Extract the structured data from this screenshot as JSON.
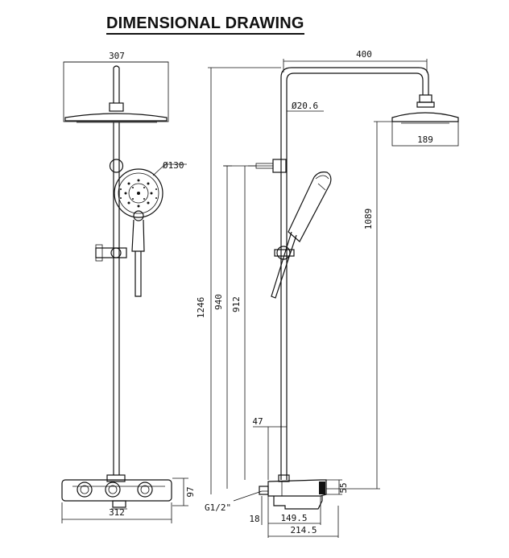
{
  "title": "DIMENSIONAL DRAWING",
  "dimensions": {
    "head_width_front": "307",
    "handshower_dia": "Ø130",
    "valve_width_front": "312",
    "valve_height": "97",
    "arm_reach": "400",
    "pipe_dia": "Ø20.6",
    "head_width_side": "189",
    "head_to_valve": "1089",
    "total_height": "1246",
    "height_940": "940",
    "height_912": "912",
    "outlet_offset": "47",
    "valve_depth": "55",
    "inlet_thread": "G1/2\"",
    "inlet_offset": "18",
    "projection_1": "149.5",
    "projection_2": "214.5"
  }
}
